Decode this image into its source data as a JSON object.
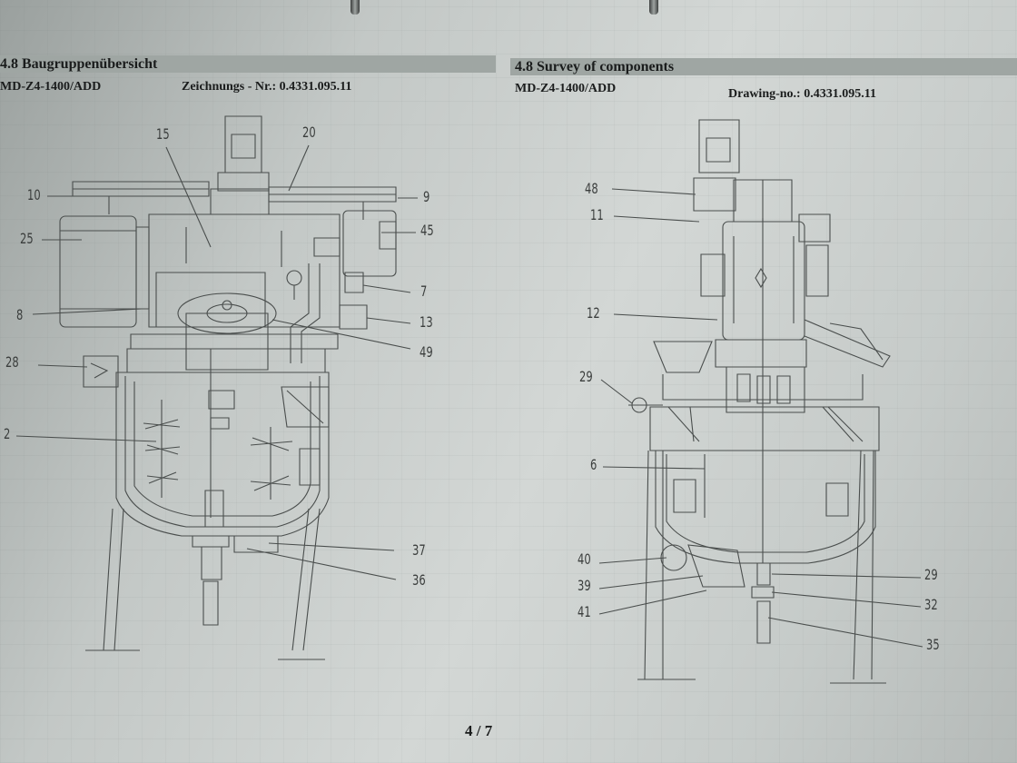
{
  "left_header": {
    "title": "4.8  Baugruppenübersicht",
    "model": "MD-Z4-1400/ADD",
    "drawing_no": "Zeichnungs - Nr.: 0.4331.095.11"
  },
  "right_header": {
    "title": "4.8  Survey of components",
    "model": "MD-Z4-1400/ADD",
    "drawing_no": "Drawing-no.: 0.4331.095.11"
  },
  "left_callouts": {
    "n10": "10",
    "n15": "15",
    "n20": "20",
    "n9": "9",
    "n25": "25",
    "n45": "45",
    "n7": "7",
    "n8": "8",
    "n13": "13",
    "n49": "49",
    "n28": "28",
    "n2": "2",
    "n37": "37",
    "n36": "36"
  },
  "right_callouts": {
    "n48": "48",
    "n11": "11",
    "n12": "12",
    "n29a": "29",
    "n6": "6",
    "n40": "40",
    "n39": "39",
    "n41": "41",
    "n29b": "29",
    "n32": "32",
    "n35": "35"
  },
  "footer": {
    "page": "4 / 7"
  }
}
